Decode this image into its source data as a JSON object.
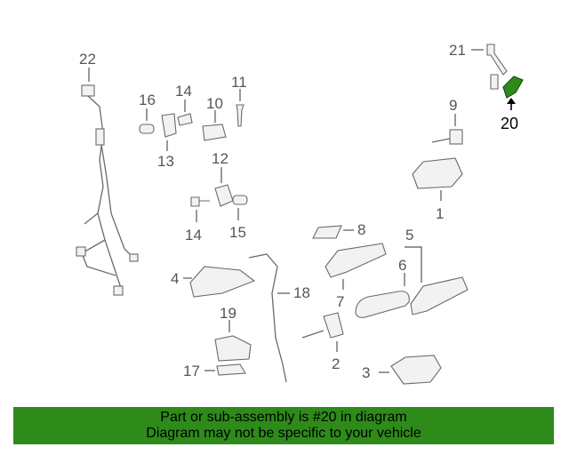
{
  "callouts": {
    "c1": "1",
    "c2": "2",
    "c3": "3",
    "c4": "4",
    "c5": "5",
    "c6": "6",
    "c7": "7",
    "c8": "8",
    "c9": "9",
    "c10": "10",
    "c11": "11",
    "c12": "12",
    "c13": "13",
    "c14a": "14",
    "c14b": "14",
    "c15": "15",
    "c16": "16",
    "c17": "17",
    "c18": "18",
    "c19": "19",
    "c20": "20",
    "c21": "21",
    "c22": "22"
  },
  "highlight_color": "#2e8b1a",
  "banner": {
    "line1": "Part or sub-assembly is #20 in diagram",
    "line2": "Diagram may not be specific to your vehicle"
  }
}
